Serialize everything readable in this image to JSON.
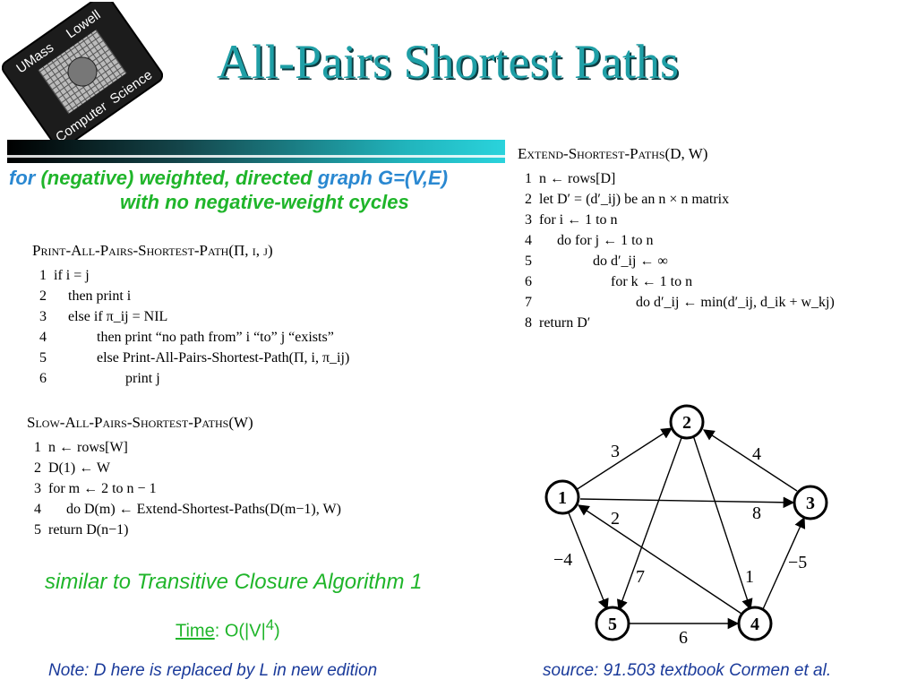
{
  "logo": {
    "text_top_left": "UMass",
    "text_top_right": "Lowell",
    "text_bottom_left": "Computer",
    "text_bottom_right": "Science"
  },
  "title": "All-Pairs Shortest Paths",
  "subtitle": {
    "w1": "for ",
    "w2": "(negative) weighted, directed",
    "w3": " graph G=(V,E)",
    "line2": "with no negative-weight cycles"
  },
  "print_alg": {
    "header": "Print-All-Pairs-Shortest-Path(Π, i, j)",
    "lines": [
      {
        "n": "1",
        "code": "if i = j"
      },
      {
        "n": "2",
        "code": "    then print i"
      },
      {
        "n": "3",
        "code": "    else if π_ij = NIL"
      },
      {
        "n": "4",
        "code": "            then print “no path from” i “to” j “exists”"
      },
      {
        "n": "5",
        "code": "            else Print-All-Pairs-Shortest-Path(Π, i, π_ij)"
      },
      {
        "n": "6",
        "code": "                    print j"
      }
    ]
  },
  "slow_alg": {
    "header": "Slow-All-Pairs-Shortest-Paths(W)",
    "lines": [
      {
        "n": "1",
        "code": "n ← rows[W]"
      },
      {
        "n": "2",
        "code": "D(1) ← W"
      },
      {
        "n": "3",
        "code": "for m ← 2 to n − 1"
      },
      {
        "n": "4",
        "code": "     do D(m) ← Extend-Shortest-Paths(D(m−1), W)"
      },
      {
        "n": "5",
        "code": "return D(n−1)"
      }
    ]
  },
  "extend_alg": {
    "header": "Extend-Shortest-Paths(D, W)",
    "lines": [
      {
        "n": "1",
        "code": "n ← rows[D]"
      },
      {
        "n": "2",
        "code": "let D′ = (d′_ij) be an n × n matrix"
      },
      {
        "n": "3",
        "code": "for i ← 1 to n"
      },
      {
        "n": "4",
        "code": "     do for j ← 1 to n"
      },
      {
        "n": "5",
        "code": "               do d′_ij ← ∞"
      },
      {
        "n": "6",
        "code": "                    for k ← 1 to n"
      },
      {
        "n": "7",
        "code": "                           do d′_ij ← min(d′_ij, d_ik + w_kj)"
      },
      {
        "n": "8",
        "code": "return D′"
      }
    ]
  },
  "similar": "similar to Transitive Closure Algorithm 1",
  "time": {
    "label": "Time",
    "value": ": O(|V|",
    "sup": "4",
    "close": ")"
  },
  "note": "Note: D here is replaced by L in new edition",
  "source": "source: 91.503 textbook Cormen et al.",
  "graph": {
    "nodes": [
      {
        "id": "1",
        "label": "1"
      },
      {
        "id": "2",
        "label": "2"
      },
      {
        "id": "3",
        "label": "3"
      },
      {
        "id": "4",
        "label": "4"
      },
      {
        "id": "5",
        "label": "5"
      }
    ],
    "edges": [
      {
        "from": "1",
        "to": "2",
        "weight": "3"
      },
      {
        "from": "3",
        "to": "2",
        "weight": "4"
      },
      {
        "from": "1",
        "to": "3",
        "weight": "8"
      },
      {
        "from": "2",
        "to": "5",
        "weight": "7"
      },
      {
        "from": "2",
        "to": "4",
        "weight": "1"
      },
      {
        "from": "4",
        "to": "1",
        "weight": "2"
      },
      {
        "from": "1",
        "to": "5",
        "weight": "−4"
      },
      {
        "from": "4",
        "to": "3",
        "weight": "−5"
      },
      {
        "from": "5",
        "to": "4",
        "weight": "6"
      }
    ]
  }
}
